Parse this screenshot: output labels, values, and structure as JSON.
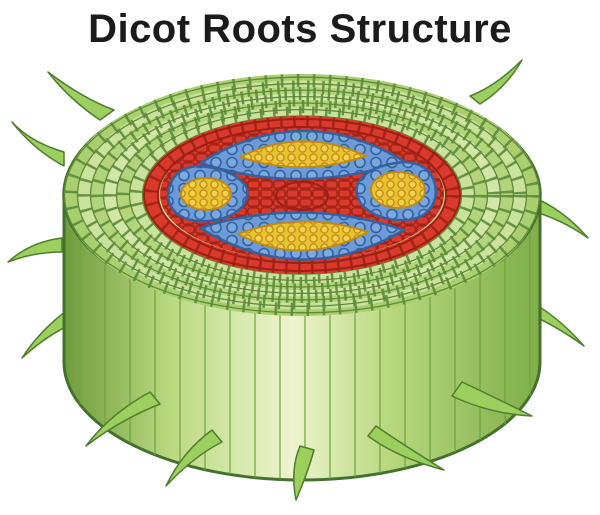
{
  "title": "Dicot Roots Structure",
  "diagram": {
    "type": "illustration",
    "subject": "Cross-section of a dicot root drawn as a 3D cylinder with root hairs",
    "regions": [
      {
        "id": "outer-cell-rings",
        "description": "concentric green cell rows (epidermis and cortex)",
        "color": "#a9cf6e"
      },
      {
        "id": "red-cell-ring",
        "description": "red ring of cells around the vascular core",
        "color": "#d93a2b"
      },
      {
        "id": "blue-tissue-lobes",
        "description": "four blue tissue lobes inside the red ring",
        "color": "#6b9bd8"
      },
      {
        "id": "yellow-cell-clusters",
        "description": "four yellow cell clusters inside the blue lobes",
        "color": "#eac42f"
      },
      {
        "id": "central-red-cluster",
        "description": "small red cell cluster at the center",
        "color": "#d93a2b"
      },
      {
        "id": "cylinder-body",
        "description": "green striped cylinder body of the root",
        "color": "#b9d87f"
      },
      {
        "id": "root-hairs",
        "description": "curved green root hairs radiating outward",
        "color": "#9ccf5e"
      }
    ]
  },
  "colors": {
    "page_bg": "#ffffff",
    "title": "#1b1b1b",
    "outline": "#44722c",
    "face_base": "#c4dd96",
    "row_a": "#a9cf6e",
    "row_b": "#cbe29c",
    "row_c": "#b2d47a",
    "row_d": "#d2e6a8",
    "green_divider": "#5d8a3a",
    "red": "#d93a2b",
    "red_dark": "#9c2015",
    "blue": "#6b9bd8",
    "blue_light": "#7ba9e0",
    "blue_dark": "#35619e",
    "yellow": "#eac42f",
    "yellow_light": "#f3d14e",
    "yellow_dark": "#c08a18",
    "body_edge_left": "#6f9c3d",
    "body_mid": "#b9d87f",
    "body_light": "#eef4cf",
    "body_edge_right": "#7fae4a",
    "body_line": "#6da33a",
    "hair": "#9ccf5e",
    "hair_outline": "#4f7d30"
  }
}
